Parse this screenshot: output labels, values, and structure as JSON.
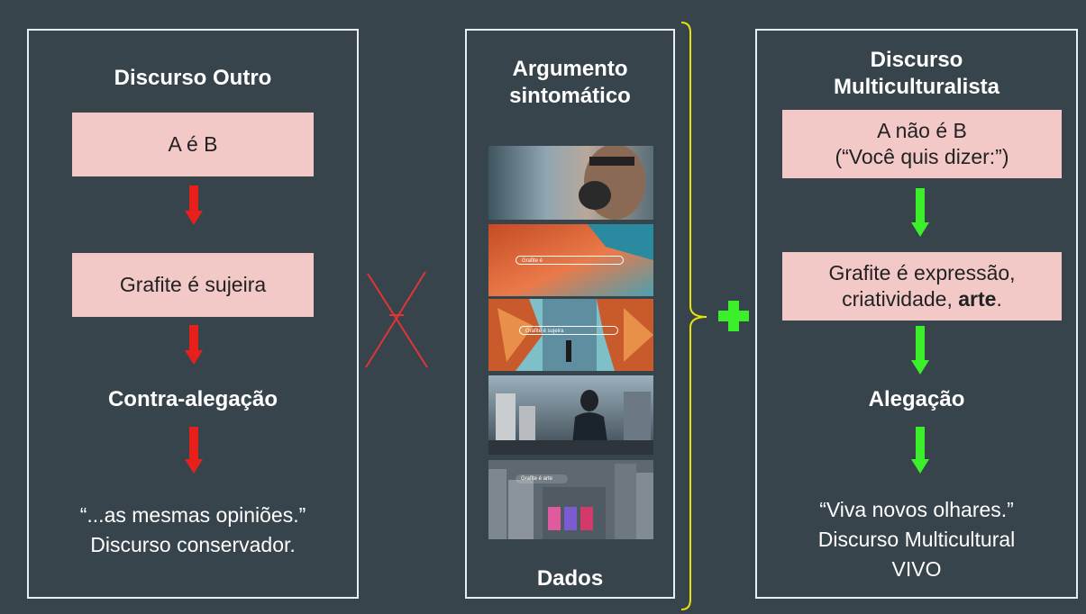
{
  "left": {
    "title": "Discurso Outro",
    "box1": "A é B",
    "box2": "Grafite é sujeira",
    "heading": "Contra-alegação",
    "quote_line1": "“...as mesmas opiniões.”",
    "quote_line2": "Discurso conservador."
  },
  "middle": {
    "title_line1": "Argumento",
    "title_line2": "sintomático",
    "footer": "Dados",
    "screenshots": [
      {
        "overlay": ""
      },
      {
        "overlay": "Grafite é"
      },
      {
        "overlay": "Grafite é sujeira"
      },
      {
        "overlay": ""
      },
      {
        "overlay": "Grafite é arte"
      }
    ]
  },
  "right": {
    "title_line1": "Discurso",
    "title_line2": "Multiculturalista",
    "box1_line1": "A não é B",
    "box1_line2": "(“Você quis dizer:”)",
    "box2_line1": "Grafite é expressão,",
    "box2_line2_pre": "criatividade, ",
    "box2_line2_bold": "arte",
    "box2_line2_post": ".",
    "heading": "Alegação",
    "quote_line1": "“Viva novos olhares.”",
    "quote_line2": "Discurso Multicultural",
    "quote_line3": "VIVO"
  },
  "colors": {
    "background": "#37444c",
    "pink_box": "#f3c9c8",
    "red_arrow": "#e8201b",
    "green_arrow": "#3bf02a",
    "bracket": "#e7e20c",
    "plus": "#3bf02a",
    "cross": "#e03535"
  },
  "icons": [
    "red-down-arrow-icon",
    "green-down-arrow-icon",
    "red-x-icon",
    "green-plus-icon",
    "yellow-bracket-icon"
  ]
}
